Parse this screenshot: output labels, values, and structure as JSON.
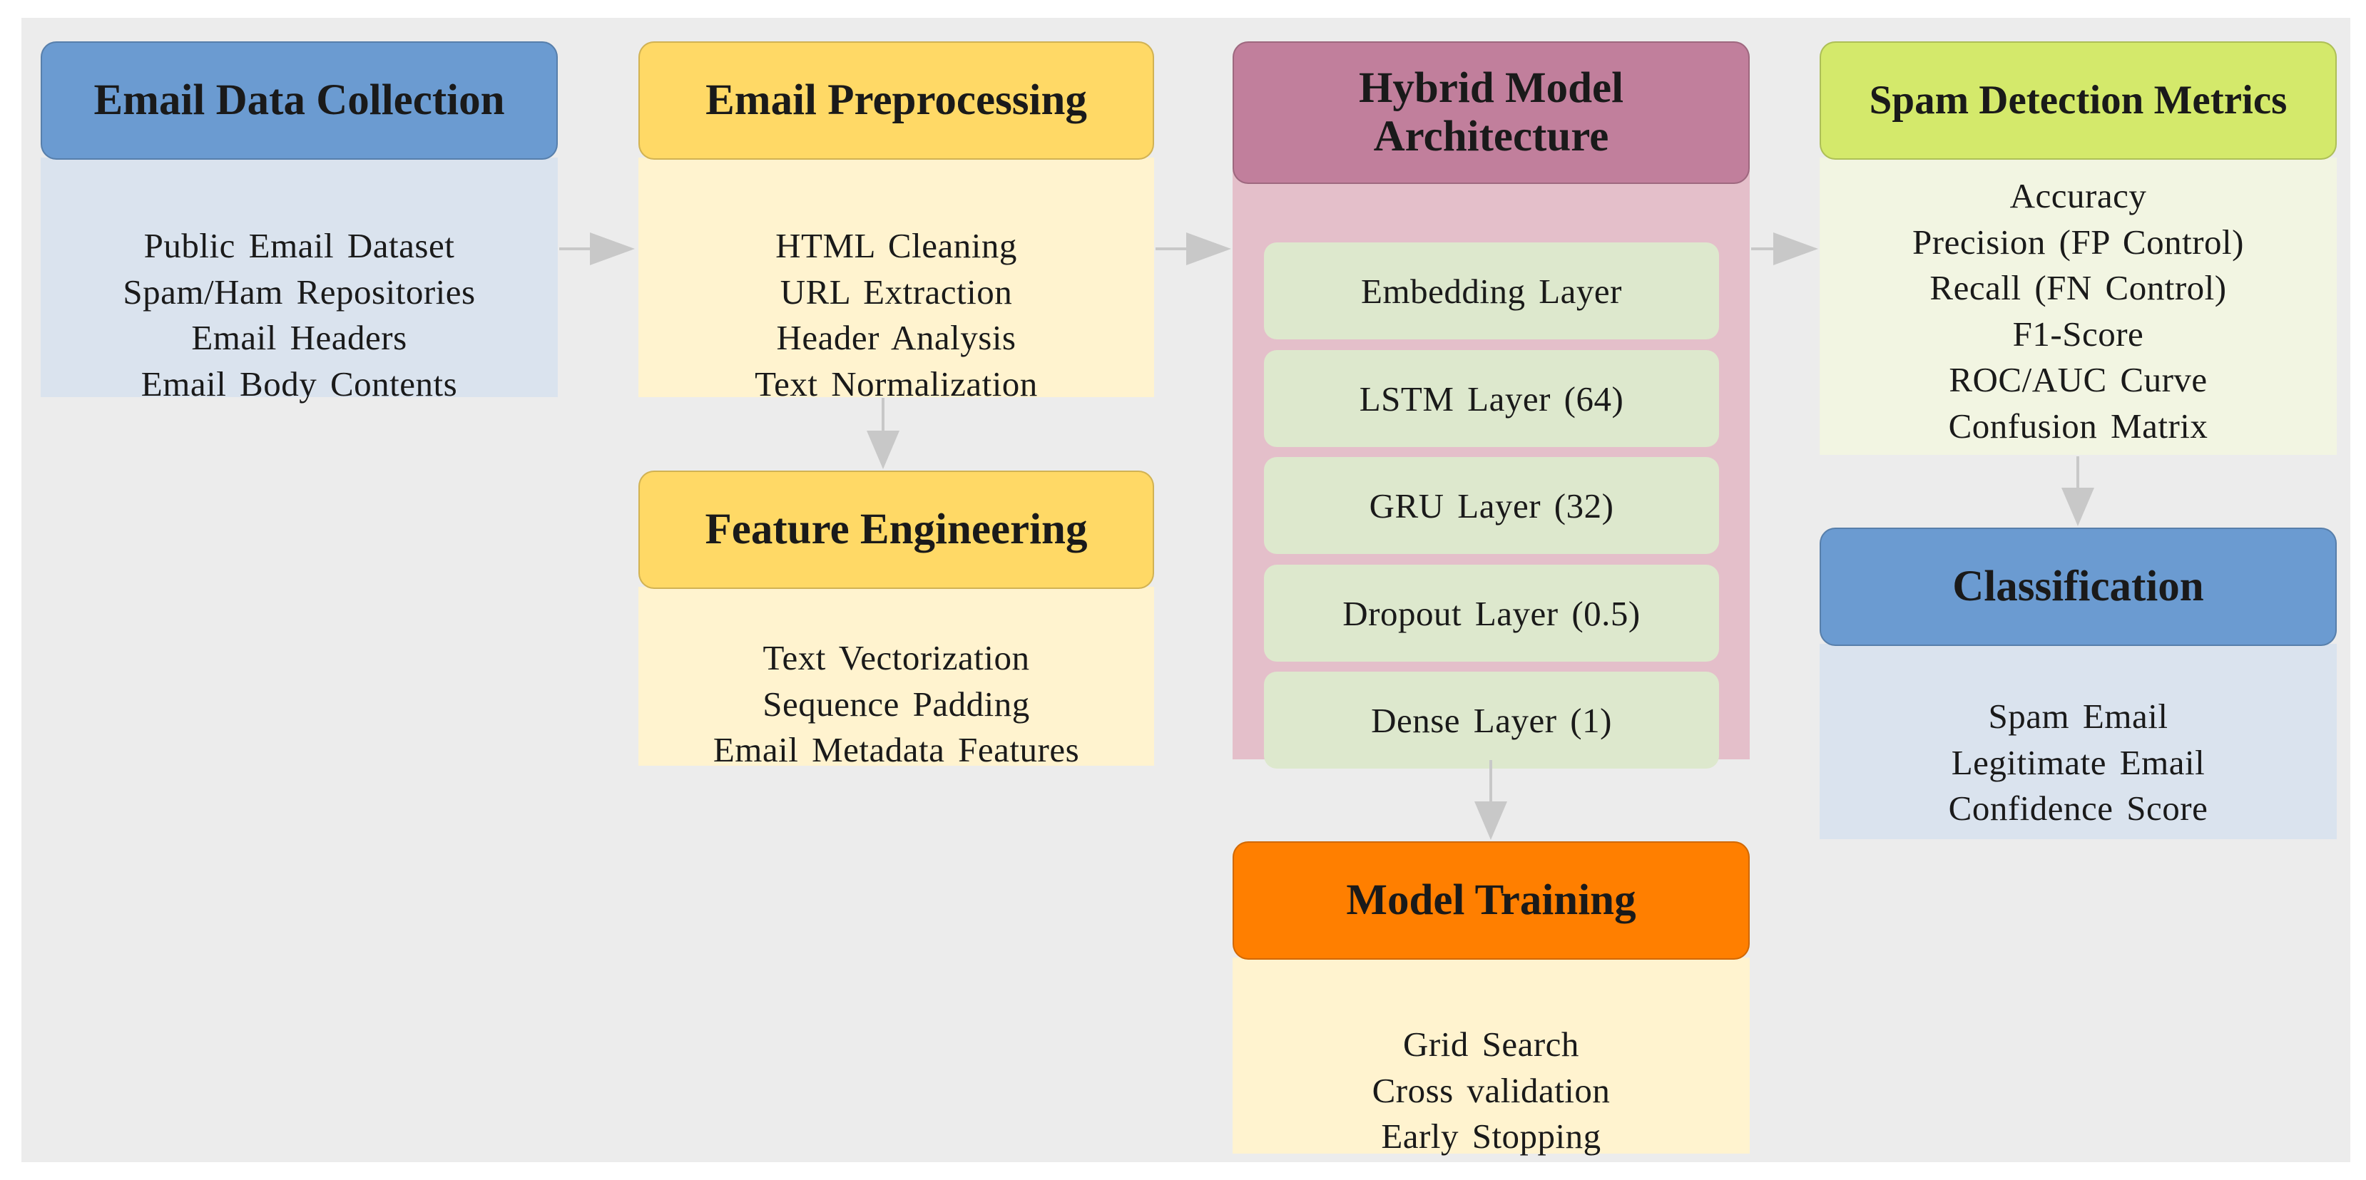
{
  "colors": {
    "canvas_bg": "#ececec",
    "blue_header": "#6b9bd1",
    "blue_body": "#dae3ee",
    "yellow_header": "#ffd966",
    "yellow_body": "#fff3cf",
    "mauve_header": "#c17f9c",
    "mauve_body": "#e4bfca",
    "layer_fill": "#dde8cd",
    "orange_header": "#ff7f00",
    "lime_header": "#d4e96b",
    "lime_body": "#f2f5e2",
    "arrow": "#c8c8c8"
  },
  "blocks": {
    "collection": {
      "title": "Email Data Collection",
      "items": [
        "Public Email Dataset",
        "Spam/Ham Repositories",
        "Email Headers",
        "Email Body Contents"
      ]
    },
    "preprocessing": {
      "title": "Email Preprocessing",
      "items": [
        "HTML Cleaning",
        "URL Extraction",
        "Header Analysis",
        "Text Normalization"
      ]
    },
    "feature": {
      "title": "Feature Engineering",
      "items": [
        "Text Vectorization",
        "Sequence Padding",
        "Email Metadata Features"
      ]
    },
    "hybrid": {
      "title_line1": "Hybrid Model",
      "title_line2": "Architecture",
      "layers": [
        "Embedding Layer",
        "LSTM Layer (64)",
        "GRU Layer (32)",
        "Dropout Layer (0.5)",
        "Dense Layer (1)"
      ]
    },
    "training": {
      "title": "Model Training",
      "items": [
        "Grid Search",
        "Cross validation",
        "Early Stopping"
      ]
    },
    "metrics": {
      "title": "Spam Detection Metrics",
      "items": [
        "Accuracy",
        "Precision (FP Control)",
        "Recall (FN Control)",
        "F1-Score",
        "ROC/AUC Curve",
        "Confusion Matrix"
      ]
    },
    "classification": {
      "title": "Classification",
      "items": [
        "Spam Email",
        "Legitimate Email",
        "Confidence Score"
      ]
    }
  }
}
